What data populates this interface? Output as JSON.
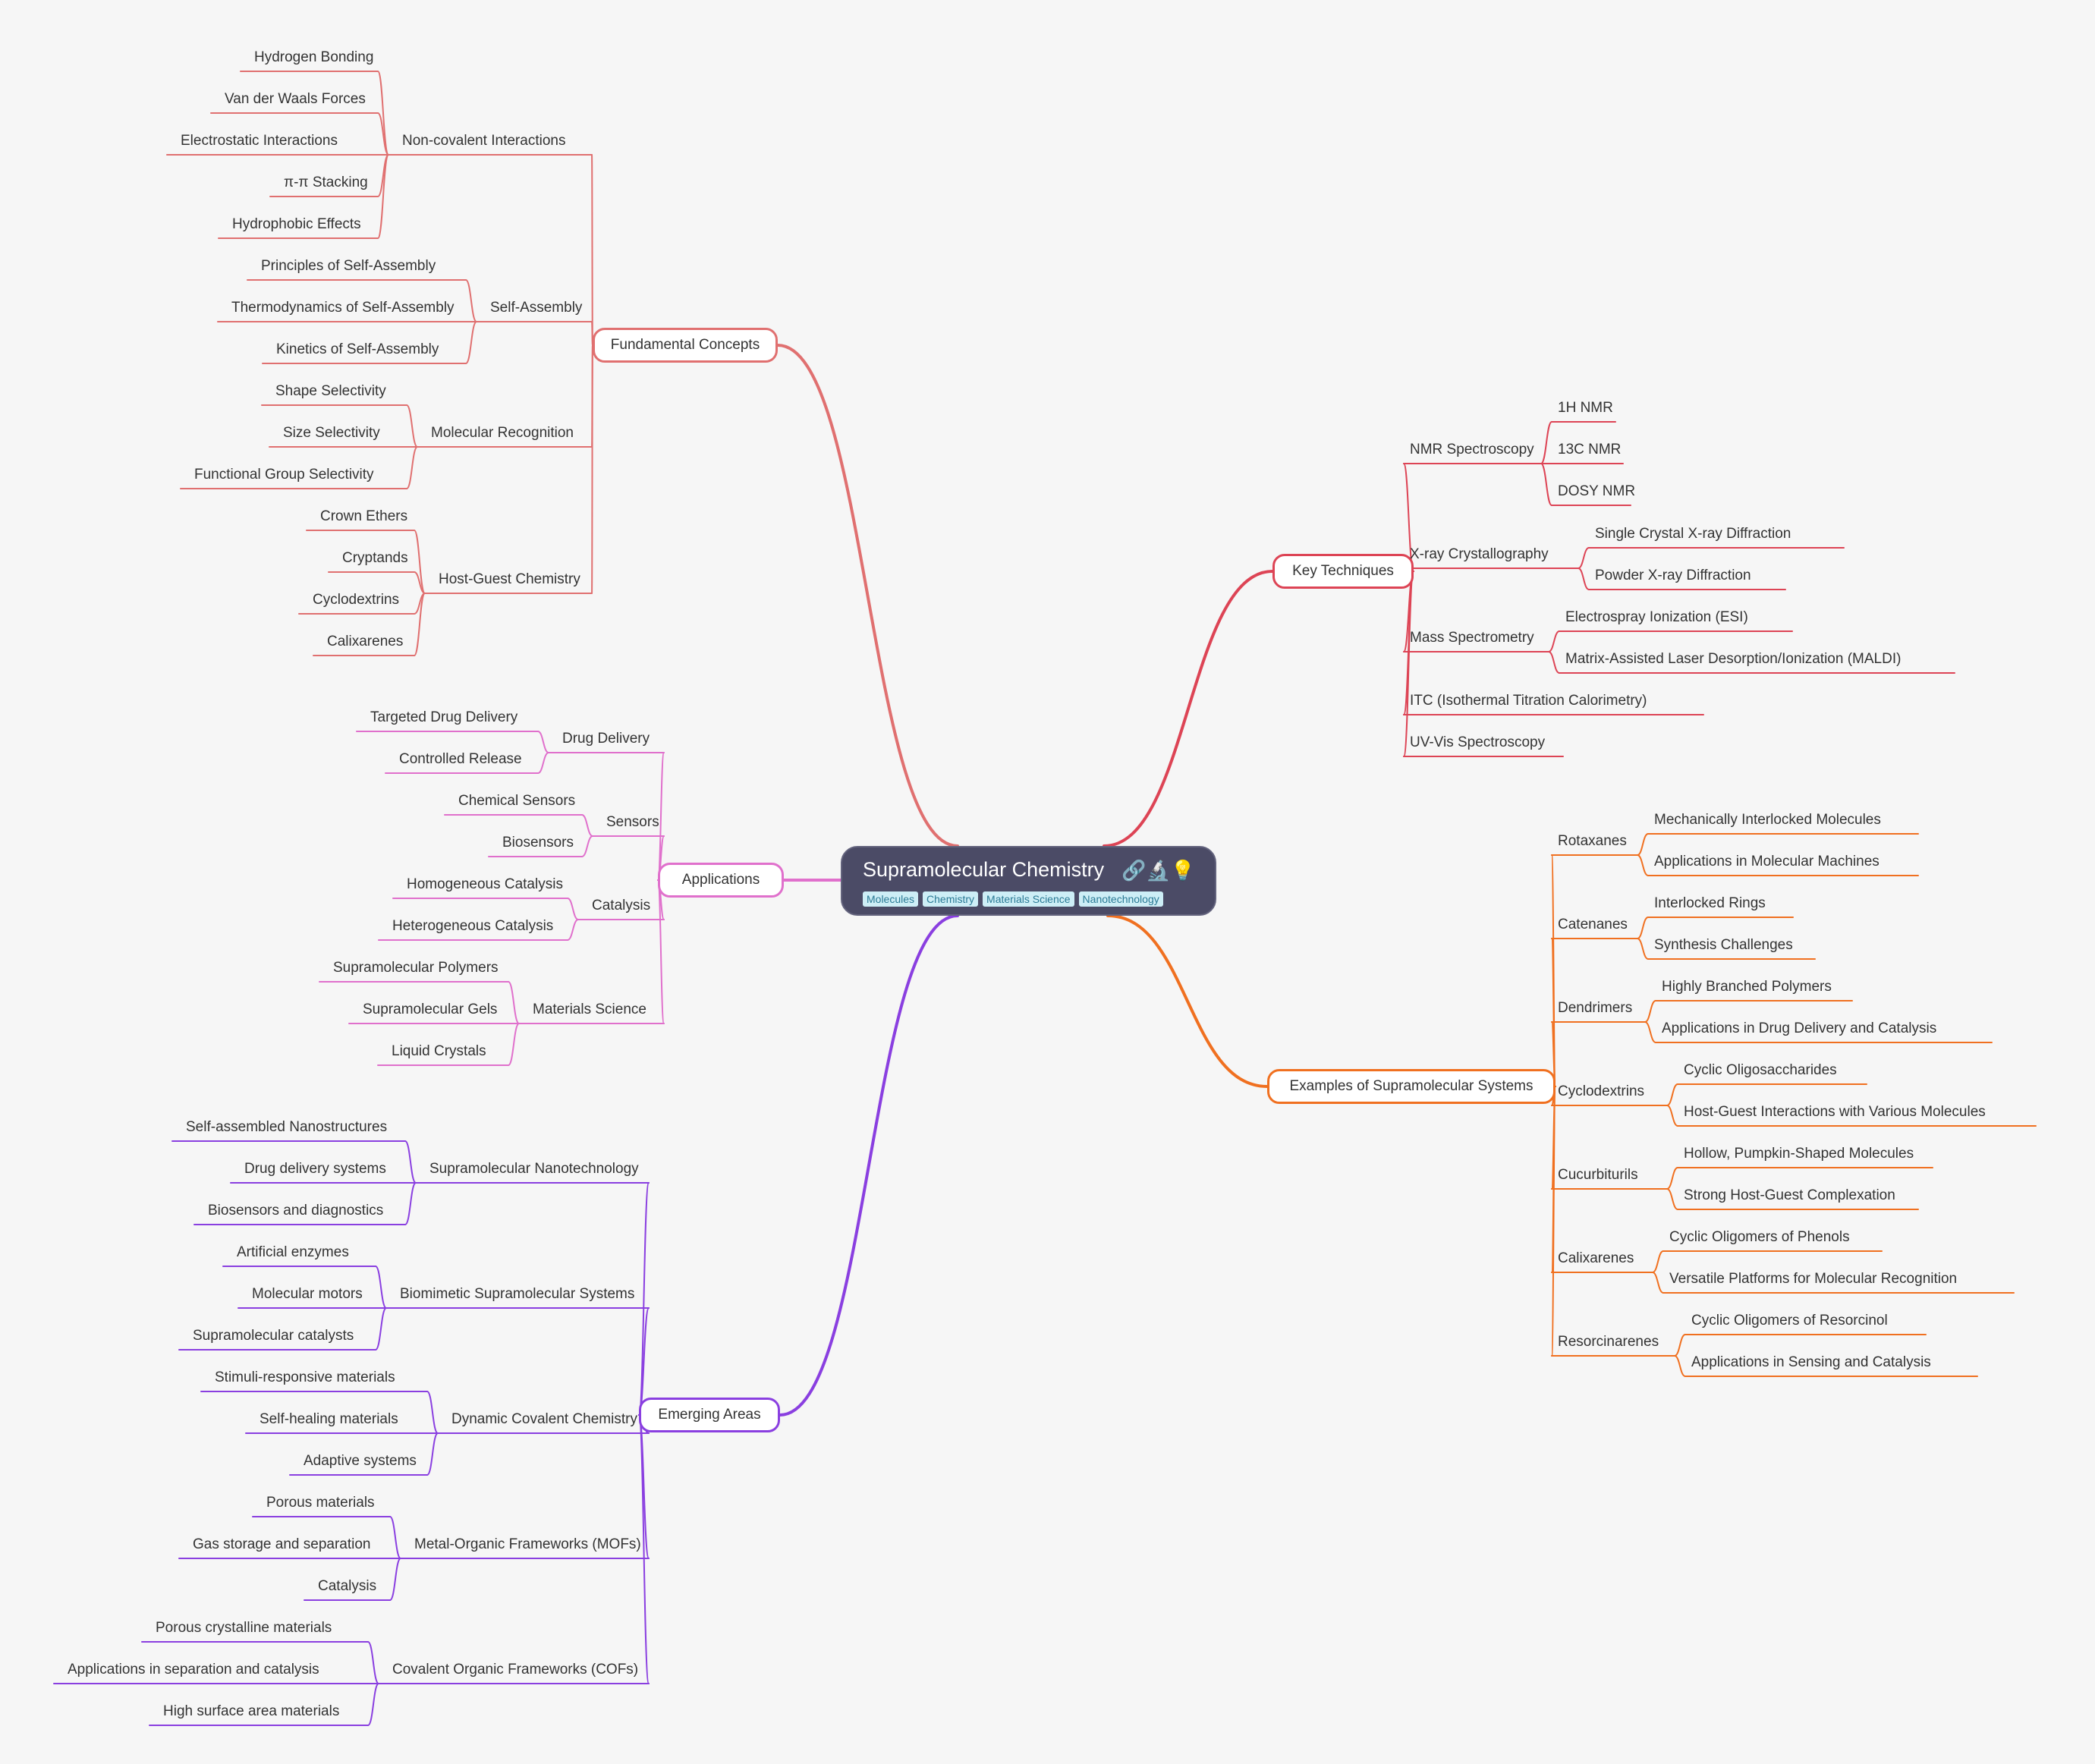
{
  "central": {
    "title": "Supramolecular Chemistry",
    "emojis": "🔗🔬💡",
    "tags": [
      "Molecules",
      "Chemistry",
      "Materials Science",
      "Nanotechnology"
    ]
  },
  "colors": {
    "fundamental": "#e07070",
    "key": "#dd4455",
    "applications": "#e070cc",
    "examples": "#f07020",
    "emerging": "#8a3fe0"
  },
  "branches": {
    "fundamental": {
      "label": "Fundamental Concepts",
      "groups": [
        {
          "label": "Non-covalent Interactions",
          "children": [
            "Hydrogen Bonding",
            "Van der Waals Forces",
            "Electrostatic Interactions",
            "π-π Stacking",
            "Hydrophobic Effects"
          ]
        },
        {
          "label": "Self-Assembly",
          "children": [
            "Principles of Self-Assembly",
            "Thermodynamics of Self-Assembly",
            "Kinetics of Self-Assembly"
          ]
        },
        {
          "label": "Molecular Recognition",
          "children": [
            "Shape Selectivity",
            "Size Selectivity",
            "Functional Group Selectivity"
          ]
        },
        {
          "label": "Host-Guest Chemistry",
          "children": [
            "Crown Ethers",
            "Cryptands",
            "Cyclodextrins",
            "Calixarenes"
          ]
        }
      ]
    },
    "applications": {
      "label": "Applications",
      "groups": [
        {
          "label": "Drug Delivery",
          "children": [
            "Targeted Drug Delivery",
            "Controlled Release"
          ]
        },
        {
          "label": "Sensors",
          "children": [
            "Chemical Sensors",
            "Biosensors"
          ]
        },
        {
          "label": "Catalysis",
          "children": [
            "Homogeneous Catalysis",
            "Heterogeneous Catalysis"
          ]
        },
        {
          "label": "Materials Science",
          "children": [
            "Supramolecular Polymers",
            "Supramolecular Gels",
            "Liquid Crystals"
          ]
        }
      ]
    },
    "emerging": {
      "label": "Emerging Areas",
      "groups": [
        {
          "label": "Supramolecular Nanotechnology",
          "children": [
            "Self-assembled Nanostructures",
            "Drug delivery systems",
            "Biosensors and diagnostics"
          ]
        },
        {
          "label": "Biomimetic Supramolecular Systems",
          "children": [
            "Artificial enzymes",
            "Molecular motors",
            "Supramolecular catalysts"
          ]
        },
        {
          "label": "Dynamic Covalent Chemistry",
          "children": [
            "Stimuli-responsive materials",
            "Self-healing materials",
            "Adaptive systems"
          ]
        },
        {
          "label": "Metal-Organic Frameworks (MOFs)",
          "children": [
            "Porous materials",
            "Gas storage and separation",
            "Catalysis"
          ]
        },
        {
          "label": "Covalent Organic Frameworks (COFs)",
          "children": [
            "Porous crystalline materials",
            "Applications in separation and catalysis",
            "High surface area materials"
          ]
        }
      ]
    },
    "key": {
      "label": "Key Techniques",
      "groups": [
        {
          "label": "NMR Spectroscopy",
          "children": [
            "1H NMR",
            "13C NMR",
            "DOSY NMR"
          ]
        },
        {
          "label": "X-ray Crystallography",
          "children": [
            "Single Crystal X-ray Diffraction",
            "Powder X-ray Diffraction"
          ]
        },
        {
          "label": "Mass Spectrometry",
          "children": [
            "Electrospray Ionization (ESI)",
            "Matrix-Assisted Laser Desorption/Ionization (MALDI)"
          ]
        },
        {
          "label": "ITC (Isothermal Titration Calorimetry)",
          "children": []
        },
        {
          "label": "UV-Vis Spectroscopy",
          "children": []
        }
      ]
    },
    "examples": {
      "label": "Examples of Supramolecular Systems",
      "groups": [
        {
          "label": "Rotaxanes",
          "children": [
            "Mechanically Interlocked Molecules",
            "Applications in Molecular Machines"
          ]
        },
        {
          "label": "Catenanes",
          "children": [
            "Interlocked Rings",
            "Synthesis Challenges"
          ]
        },
        {
          "label": "Dendrimers",
          "children": [
            "Highly Branched Polymers",
            "Applications in Drug Delivery and Catalysis"
          ]
        },
        {
          "label": "Cyclodextrins",
          "children": [
            "Cyclic Oligosaccharides",
            "Host-Guest Interactions with Various Molecules"
          ]
        },
        {
          "label": "Cucurbiturils",
          "children": [
            "Hollow, Pumpkin-Shaped Molecules",
            "Strong Host-Guest Complexation"
          ]
        },
        {
          "label": "Calixarenes",
          "children": [
            "Cyclic Oligomers of Phenols",
            "Versatile Platforms for Molecular Recognition"
          ]
        },
        {
          "label": "Resorcinarenes",
          "children": [
            "Cyclic Oligomers of Resorcinol",
            "Applications in Sensing and Catalysis"
          ]
        }
      ]
    }
  }
}
